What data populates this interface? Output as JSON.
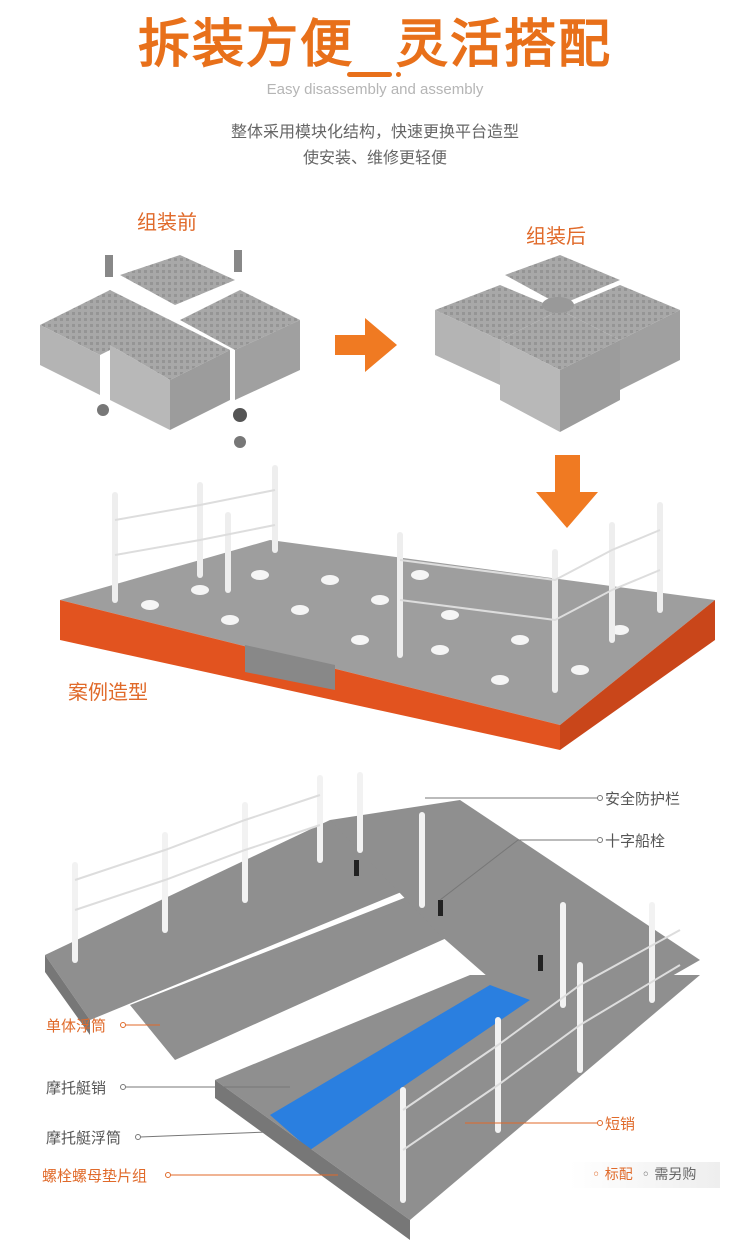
{
  "header": {
    "title_part1": "拆装方便",
    "title_part2": "灵活搭配",
    "subtitle_en": "Easy disassembly and assembly",
    "desc_line1": "整体采用模块化结构，快速更换平台造型",
    "desc_line2": "使安装、维修更轻便"
  },
  "assembly": {
    "before_label": "组装前",
    "after_label": "组装后"
  },
  "case": {
    "label": "案例造型"
  },
  "diagram": {
    "labels": {
      "railing": "安全防护栏",
      "cross_bollard": "十字船栓",
      "single_float": "单体浮筒",
      "jetski_pin": "摩托艇销",
      "jetski_float": "摩托艇浮筒",
      "bolt_set": "螺栓螺母垫片组",
      "short_pin": "短销"
    },
    "legend": {
      "standard": "标配",
      "optional": "需另购"
    }
  },
  "colors": {
    "accent": "#e8701a",
    "float_gray": "#9a9a9a",
    "float_orange": "#e2531f",
    "jetski_blue": "#2a7fe0"
  }
}
